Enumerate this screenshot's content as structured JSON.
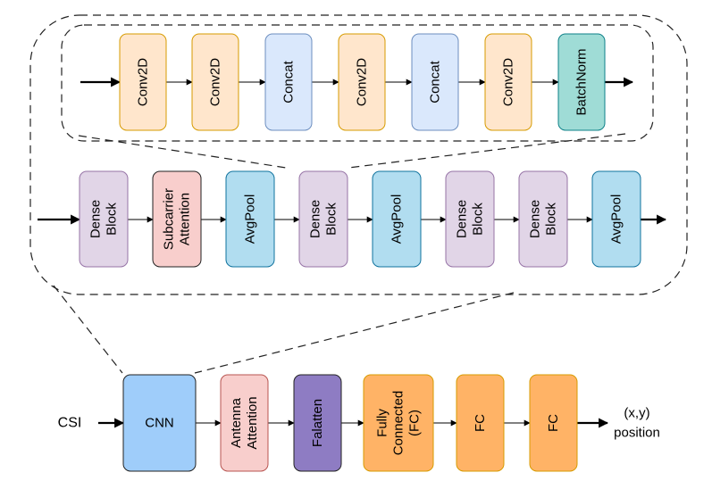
{
  "colors": {
    "conv": {
      "fill": "#ffe6cc",
      "stroke": "#d79b00"
    },
    "concat": {
      "fill": "#dae8fc",
      "stroke": "#6c8ebf"
    },
    "batchnorm": {
      "fill": "#9fdcd6",
      "stroke": "#0e8088"
    },
    "dense": {
      "fill": "#e1d5e7",
      "stroke": "#9673a6"
    },
    "subcarrier": {
      "fill": "#f8cecc",
      "stroke": "#222222"
    },
    "avgpool": {
      "fill": "#b1ddf0",
      "stroke": "#10739e"
    },
    "cnn": {
      "fill": "#9fcdfa",
      "stroke": "#222222"
    },
    "antenna": {
      "fill": "#f8cecc",
      "stroke": "#b85450"
    },
    "flatten": {
      "fill": "#8e7cc3",
      "stroke": "#222222"
    },
    "fc": {
      "fill": "#ffb366",
      "stroke": "#d79b00"
    }
  },
  "dense_block_detail": {
    "blocks": [
      {
        "lines": [
          "Conv2D"
        ],
        "style": "conv"
      },
      {
        "lines": [
          "Conv2D"
        ],
        "style": "conv"
      },
      {
        "lines": [
          "Concat"
        ],
        "style": "concat"
      },
      {
        "lines": [
          "Conv2D"
        ],
        "style": "conv"
      },
      {
        "lines": [
          "Concat"
        ],
        "style": "concat"
      },
      {
        "lines": [
          "Conv2D"
        ],
        "style": "conv"
      },
      {
        "lines": [
          "BatchNorm"
        ],
        "style": "batchnorm"
      }
    ]
  },
  "cnn_detail": {
    "blocks": [
      {
        "lines": [
          "Dense",
          "Block"
        ],
        "style": "dense"
      },
      {
        "lines": [
          "Subcarrier",
          "Attention"
        ],
        "style": "subcarrier"
      },
      {
        "lines": [
          "AvgPool"
        ],
        "style": "avgpool"
      },
      {
        "lines": [
          "Dense",
          "Block"
        ],
        "style": "dense"
      },
      {
        "lines": [
          "AvgPool"
        ],
        "style": "avgpool"
      },
      {
        "lines": [
          "Dense",
          "Block"
        ],
        "style": "dense"
      },
      {
        "lines": [
          "Dense",
          "Block"
        ],
        "style": "dense"
      },
      {
        "lines": [
          "AvgPool"
        ],
        "style": "avgpool"
      }
    ]
  },
  "main_pipeline": {
    "input_label": "CSI",
    "output_label": [
      "(x,y)",
      "position"
    ],
    "blocks": [
      {
        "lines": [
          "CNN"
        ],
        "style": "cnn",
        "horizontal": true
      },
      {
        "lines": [
          "Antenna",
          "Attention"
        ],
        "style": "antenna"
      },
      {
        "lines": [
          "Falatten"
        ],
        "style": "flatten"
      },
      {
        "lines": [
          "Fully",
          "Connected",
          "(FC)"
        ],
        "style": "fc"
      },
      {
        "lines": [
          "FC"
        ],
        "style": "fc"
      },
      {
        "lines": [
          "FC"
        ],
        "style": "fc"
      }
    ]
  }
}
